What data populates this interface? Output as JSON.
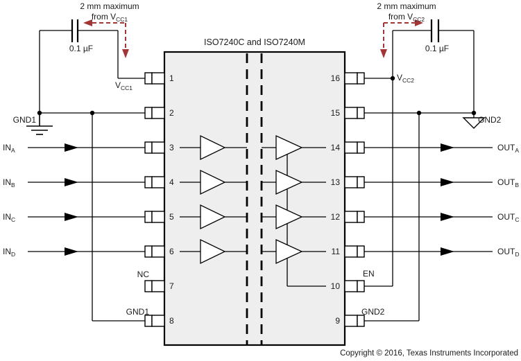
{
  "diagram_title": "ISO7240C and ISO7240M",
  "copyright": "Copyright © 2016, Texas Instruments Incorporated",
  "annotations": {
    "left": {
      "line1": "2 mm maximum",
      "line2_main": "from V",
      "line2_sub": "CC1"
    },
    "right": {
      "line1": "2 mm maximum",
      "line2_main": "from V",
      "line2_sub": "CC2"
    }
  },
  "capacitors": {
    "left_value": "0.1 µF",
    "right_value": "0.1 µF"
  },
  "labels": {
    "vcc1_main": "V",
    "vcc1_sub": "CC1",
    "vcc2_main": "V",
    "vcc2_sub": "CC2",
    "gnd1_top": "GND1",
    "gnd2_top": "GND2",
    "nc": "NC",
    "gnd1_bottom": "GND1",
    "en": "EN",
    "gnd2_bottom": "GND2"
  },
  "inputs": [
    {
      "main": "IN",
      "sub": "A"
    },
    {
      "main": "IN",
      "sub": "B"
    },
    {
      "main": "IN",
      "sub": "C"
    },
    {
      "main": "IN",
      "sub": "D"
    }
  ],
  "outputs": [
    {
      "main": "OUT",
      "sub": "A"
    },
    {
      "main": "OUT",
      "sub": "B"
    },
    {
      "main": "OUT",
      "sub": "C"
    },
    {
      "main": "OUT",
      "sub": "D"
    }
  ],
  "pins_left": [
    "1",
    "2",
    "3",
    "4",
    "5",
    "6",
    "7",
    "8"
  ],
  "pins_right": [
    "16",
    "15",
    "14",
    "13",
    "12",
    "11",
    "10",
    "9"
  ],
  "colors": {
    "ic_fill": "#EEEEEE",
    "line": "#000000",
    "annotation_red": "#A23535"
  }
}
